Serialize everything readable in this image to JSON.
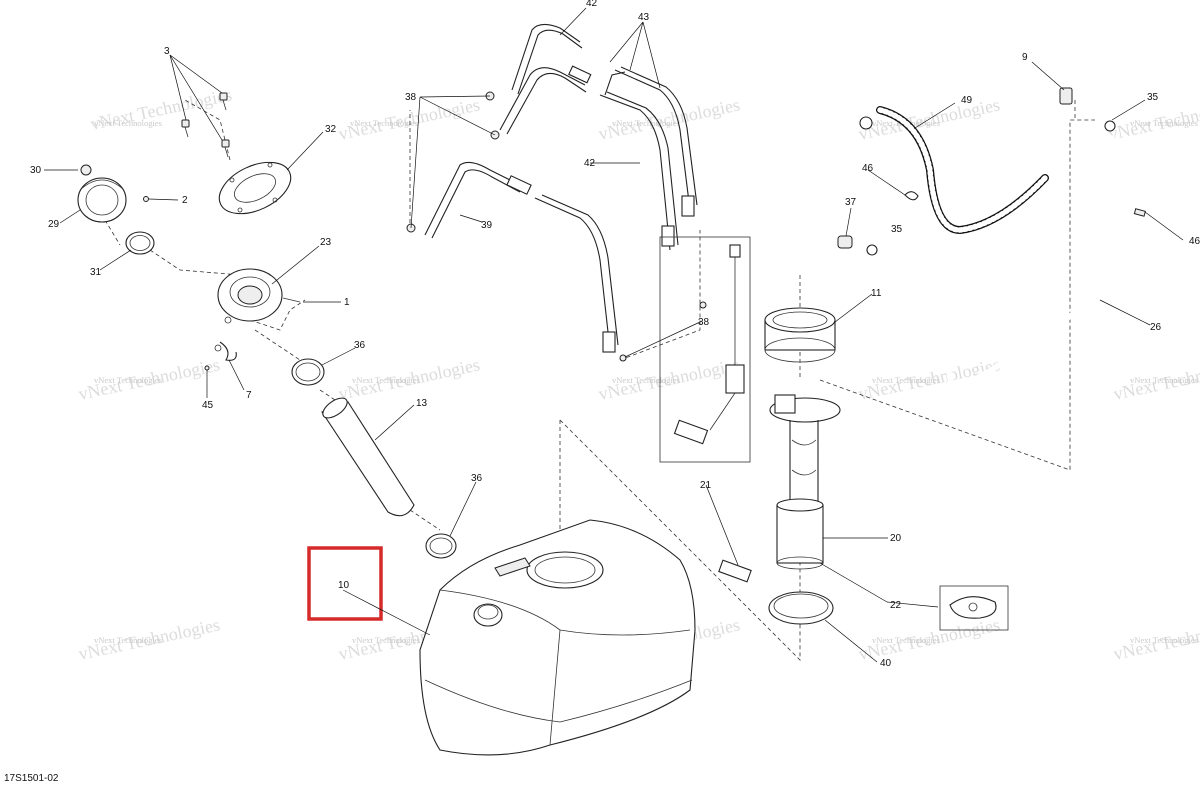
{
  "diagram": {
    "document_code": "17S1501-02",
    "watermark_text": "vNext Technologies",
    "watermark_large": "vNext Technologies",
    "highlight_color": "#d62a2a",
    "callouts": [
      "42",
      "43",
      "3",
      "38",
      "9",
      "49",
      "35",
      "32",
      "30",
      "2",
      "29",
      "39",
      "42",
      "46",
      "37",
      "35",
      "46",
      "23",
      "31",
      "1",
      "11",
      "38",
      "26",
      "36",
      "7",
      "45",
      "13",
      "21",
      "36",
      "20",
      "22",
      "10",
      "40"
    ]
  }
}
